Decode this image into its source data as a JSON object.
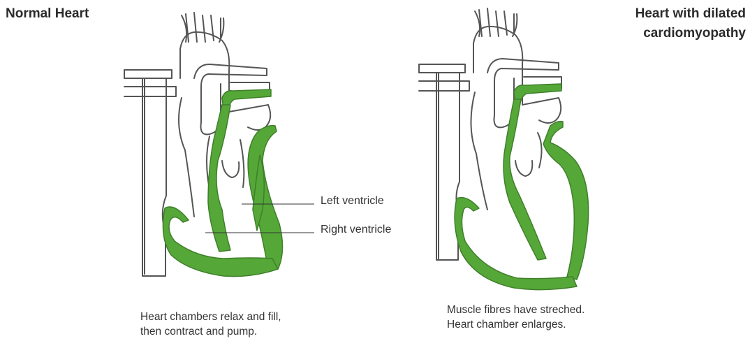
{
  "titles": {
    "normal": "Normal Heart",
    "dilated_line1": "Heart with dilated",
    "dilated_line2": "cardiomyopathy"
  },
  "labels": {
    "left_ventricle": "Left ventricle",
    "right_ventricle": "Right ventricle"
  },
  "captions": {
    "normal_line1": "Heart chambers relax and fill,",
    "normal_line2": "then contract and pump.",
    "dilated_line1": "Muscle fibres have streched.",
    "dilated_line2": "Heart chamber enlarges."
  },
  "colors": {
    "muscle": "#55a838",
    "outline": "#555555",
    "text": "#2b2b2b"
  }
}
